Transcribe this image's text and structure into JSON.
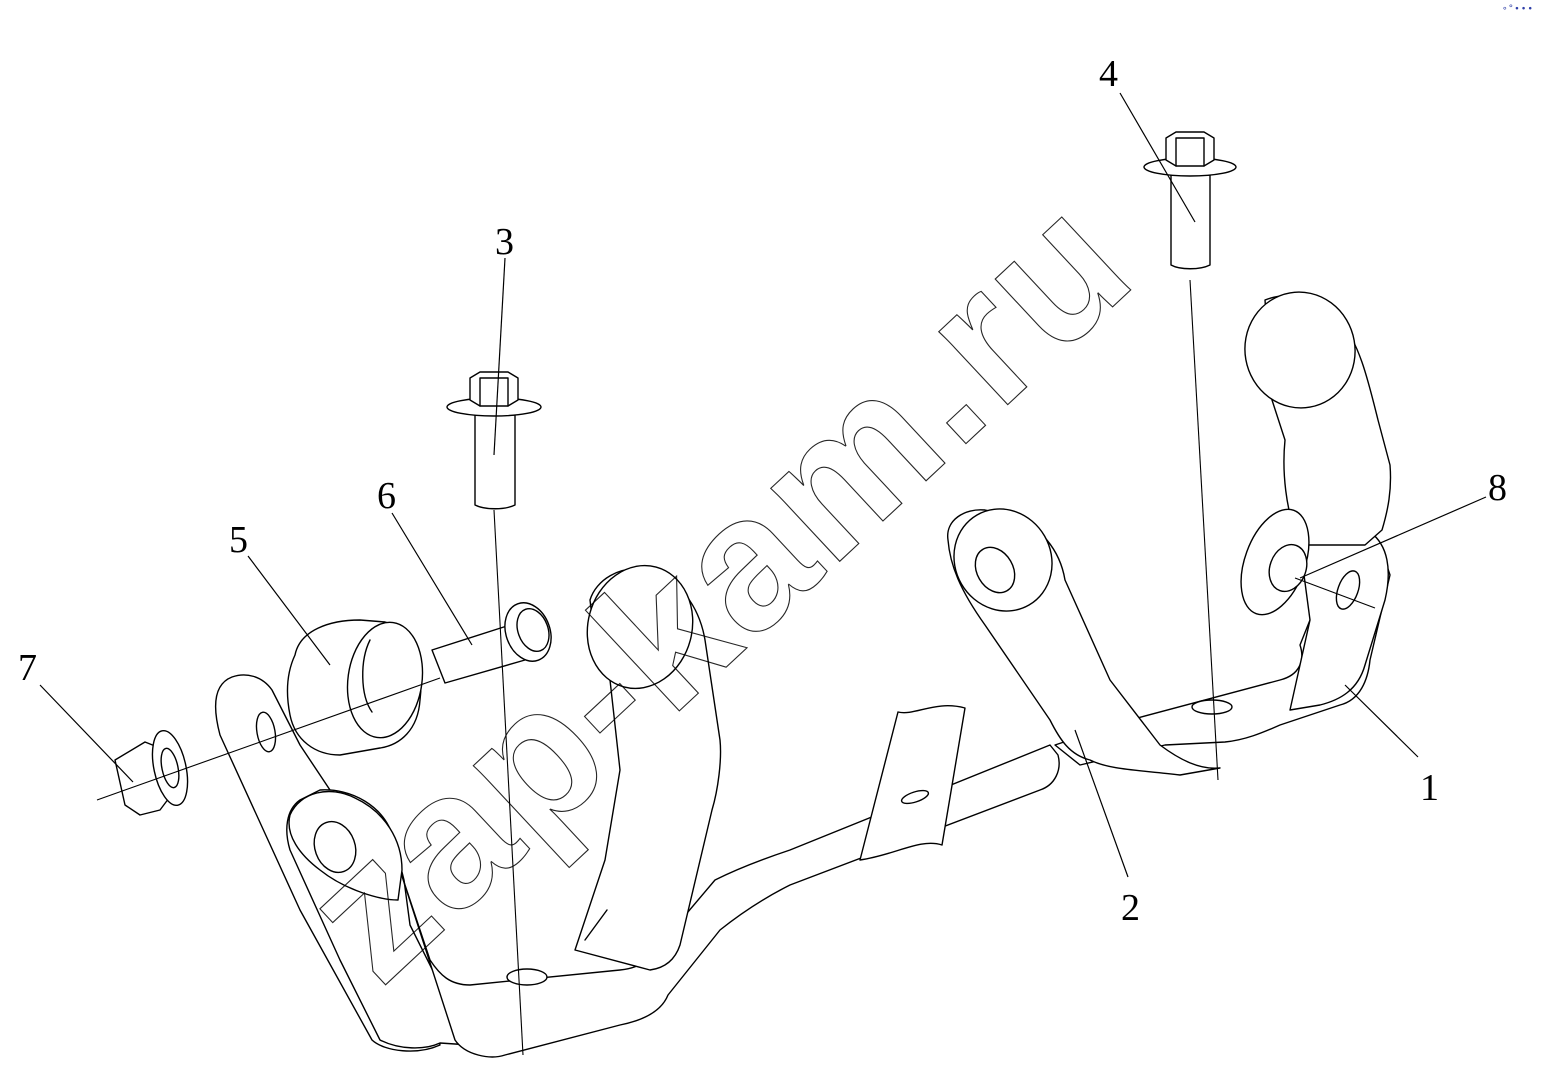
{
  "callouts": {
    "c1": "1",
    "c2": "2",
    "c3": "3",
    "c4": "4",
    "c5": "5",
    "c6": "6",
    "c7": "7",
    "c8": "8"
  },
  "watermark": "zap-kam.ru",
  "corner_mark": "∘°∙∙∙",
  "colors": {
    "line": "#000000",
    "background": "#ffffff",
    "corner_mark": "#2f3fa8"
  }
}
